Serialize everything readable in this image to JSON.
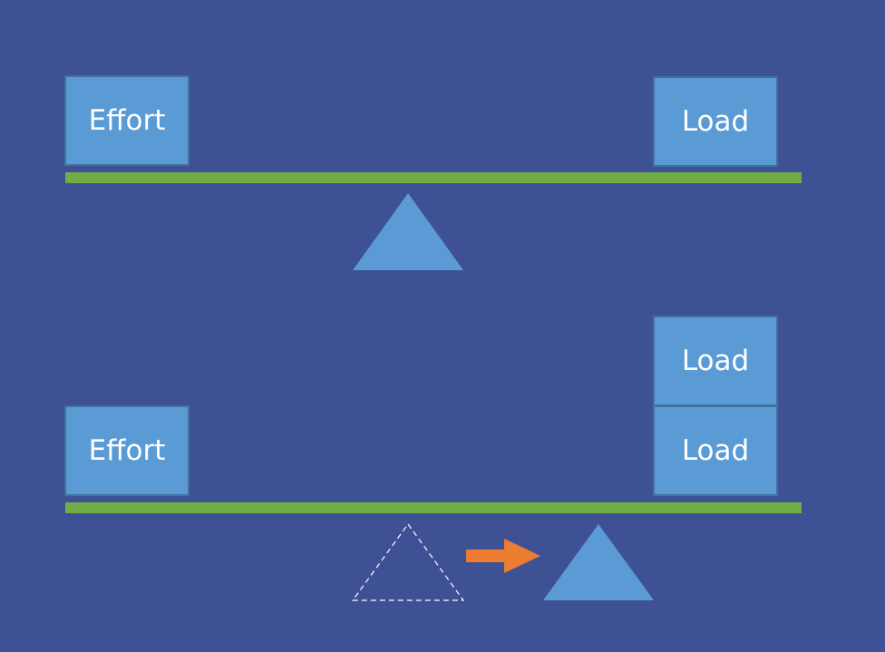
{
  "diagram": {
    "top_lever": {
      "effort_label": "Effort",
      "load_label": "Load"
    },
    "bottom_lever": {
      "effort_label": "Effort",
      "load_labels": [
        "Load",
        "Load"
      ]
    }
  },
  "colors": {
    "background": "#3f5195",
    "box_fill": "#5b9bd5",
    "box_border": "#41719c",
    "beam": "#70ad47",
    "fulcrum": "#5b9bd5",
    "arrow": "#ed7d31",
    "text": "#ffffff"
  },
  "icons": {
    "fulcrum": "triangle-shape",
    "original_fulcrum": "dashed-triangle-outline",
    "movement": "right-arrow"
  }
}
